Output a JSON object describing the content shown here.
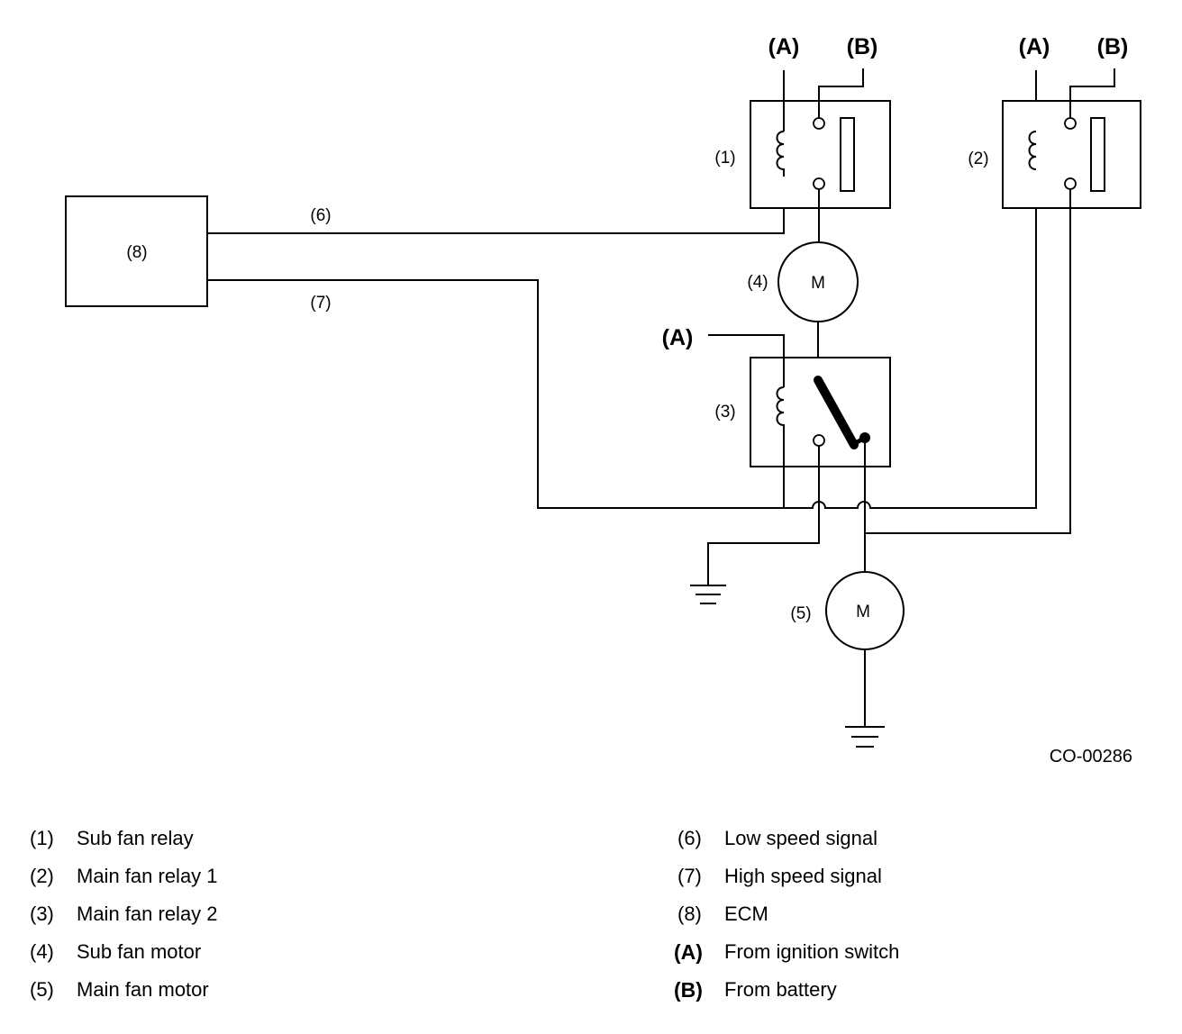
{
  "diagram": {
    "source_labels": {
      "a": "(A)",
      "b": "(B)"
    },
    "components": {
      "ecm": "(8)",
      "sub_fan_relay": "(1)",
      "main_fan_relay_1": "(2)",
      "main_fan_relay_2": "(3)",
      "sub_fan_motor": "(4)",
      "main_fan_motor": "(5)",
      "low_speed_line": "(6)",
      "high_speed_line": "(7)"
    },
    "motor_symbol": "M",
    "figure_code": "CO-00286"
  },
  "legend": {
    "left": [
      {
        "num": "(1)",
        "text": "Sub fan relay"
      },
      {
        "num": "(2)",
        "text": "Main fan relay 1"
      },
      {
        "num": "(3)",
        "text": "Main fan relay 2"
      },
      {
        "num": "(4)",
        "text": "Sub fan motor"
      },
      {
        "num": "(5)",
        "text": "Main fan motor"
      }
    ],
    "right": [
      {
        "num": "(6)",
        "text": "Low speed signal"
      },
      {
        "num": "(7)",
        "text": "High speed signal"
      },
      {
        "num": "(8)",
        "text": "ECM"
      },
      {
        "num": "(A)",
        "text": "From ignition switch"
      },
      {
        "num": "(B)",
        "text": "From battery"
      }
    ]
  }
}
